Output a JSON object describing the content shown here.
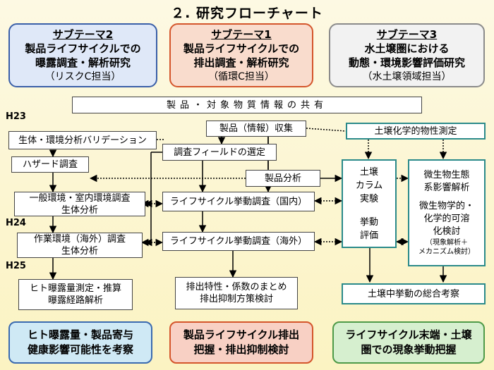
{
  "title": "２. 研究フローチャート",
  "themes": [
    {
      "name": "サブテーマ2",
      "line1": "製品ライフサイクルでの",
      "line2": "曝露調査・解析研究",
      "line3": "（リスクC担当）"
    },
    {
      "name": "サブテーマ1",
      "line1": "製品ライフサイクルでの",
      "line2": "排出調査・解析研究",
      "line3": "（循環C担当）"
    },
    {
      "name": "サブテーマ3",
      "line1": "水土壌圏における",
      "line2": "動態・環境影響評価研究",
      "line3": "（水土壌領域担当）"
    }
  ],
  "share_info": "製品・対象物質情報の共有",
  "years": {
    "h23": "H23",
    "h24": "H24",
    "h25": "H25"
  },
  "left_boxes": {
    "validation": "生体・環境分析バリデーション",
    "hazard": "ハザード調査",
    "general_env_1": "一般環境・室内環境調査",
    "general_env_2": "生体分析",
    "work_env_1": "作業環境（海外）調査",
    "work_env_2": "生体分析",
    "exposure_1": "ヒト曝露量測定・推算",
    "exposure_2": "曝露経路解析"
  },
  "center_boxes": {
    "product_collect": "製品（情報）収集",
    "field_select": "調査フィールドの選定",
    "product_analysis": "製品分析",
    "lifecycle_domestic": "ライフサイクル挙動調査（国内）",
    "lifecycle_overseas": "ライフサイクル挙動調査（海外）",
    "emission_1": "排出特性・係数のまとめ",
    "emission_2": "排出抑制方策検討"
  },
  "right_boxes": {
    "soil_chem": "土壌化学的物性測定",
    "column_1": "土壌",
    "column_2": "カラム",
    "column_3": "実験",
    "column_4": "挙動",
    "column_5": "評価",
    "micro_1": "微生物生態",
    "micro_2": "系影響解析",
    "micro_3": "微生物学的・",
    "micro_4": "化学的可溶",
    "micro_5": "化検討",
    "micro_6": "（現象解析＋",
    "micro_7": "メカニズム検討）",
    "soil_total": "土壌中挙動の総合考察"
  },
  "outcomes": [
    {
      "line1": "ヒト曝露量・製品寄与",
      "line2": "健康影響可能性を考察"
    },
    {
      "line1": "製品ライフサイクル排出",
      "line2": "把握・排出抑制検討"
    },
    {
      "line1": "ライフサイクル末端・土壌",
      "line2": "圏での現象挙動把握"
    }
  ],
  "colors": {
    "theme1_border": "#3a5fa8",
    "theme2_border": "#d4552b",
    "theme3_border": "#8a8a8a",
    "soil_border": "#2a8a8a"
  }
}
